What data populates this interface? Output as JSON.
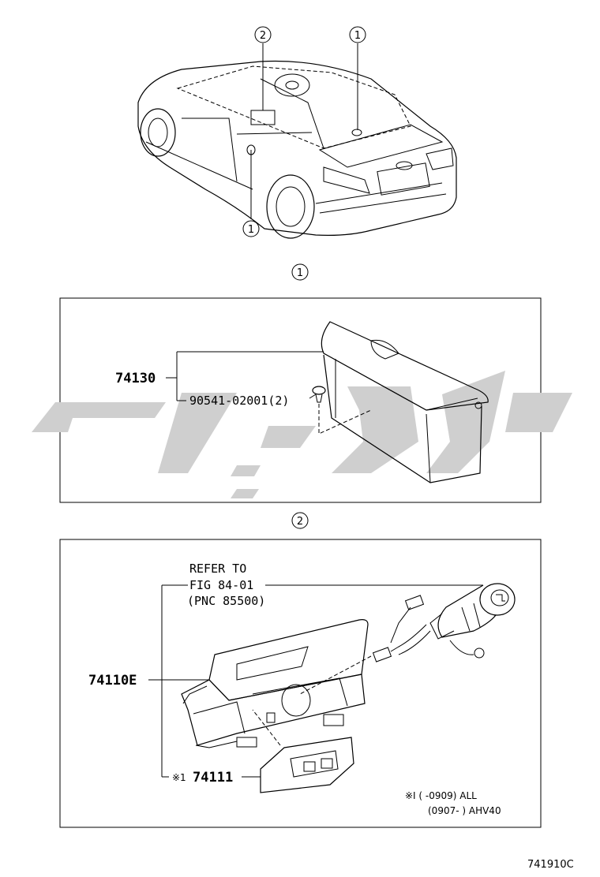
{
  "overview": {
    "callouts": [
      "2",
      "1",
      "1"
    ]
  },
  "section1": {
    "marker": "1",
    "part_box": "74130",
    "part_screw": "90541-02001(2)"
  },
  "section2": {
    "marker": "2",
    "refer_line1": "REFER TO",
    "refer_line2": "FIG 84-01",
    "refer_line3": "(PNC 85500)",
    "part_panel": "74110E",
    "part_insert_prefix": "※1",
    "part_insert": "74111",
    "note_line1": "※I (    -0909) ALL",
    "note_line2": "(0907-    ) AHV40"
  },
  "figure_id": "741910C"
}
